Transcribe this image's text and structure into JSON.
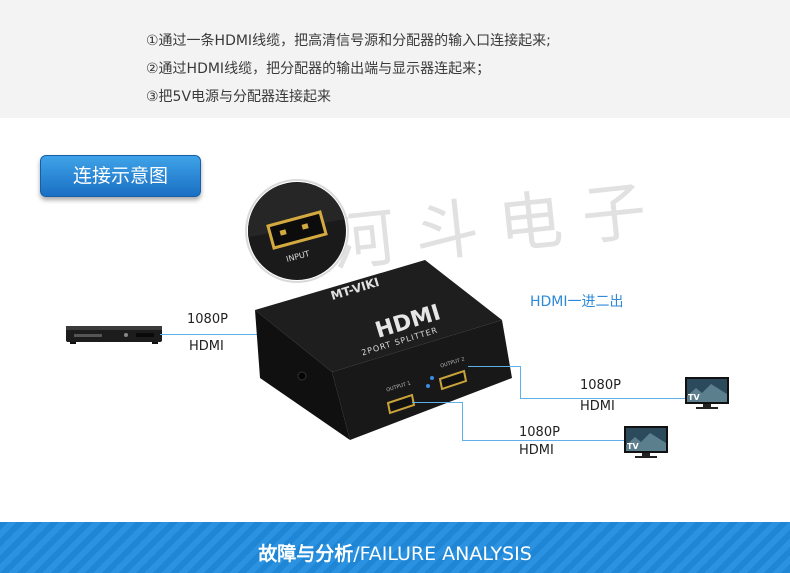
{
  "instructions": [
    "①通过一条HDMI线缆，把高清信号源和分配器的输入口连接起来;",
    "②通过HDMI线缆，把分配器的输出端与显示器连起来；",
    "③把5V电源与分配器连接起来"
  ],
  "badge_label": "连接示意图",
  "watermark": "河斗电子",
  "device": {
    "brand": "MT-VIKI",
    "logo": "HDMI",
    "model_label": "2PORT SPLITTER",
    "input_port_label": "INPUT",
    "output1_label": "OUTPUT 1",
    "output2_label": "OUTPUT 2"
  },
  "source": {
    "resolution": "1080P",
    "cable": "HDMI"
  },
  "splitter_caption": "HDMI一进二出",
  "outputs": [
    {
      "resolution": "1080P",
      "cable": "HDMI",
      "display": "TV"
    },
    {
      "resolution": "1080P",
      "cable": "HDMI",
      "display": "TV"
    }
  ],
  "footer": {
    "title_zh": "故障与分析",
    "title_en": "/FAILURE ANALYSIS"
  },
  "colors": {
    "accent_blue": "#2e8ad8",
    "bar_blue": "#1f86d6",
    "line_blue": "#5fb0e8"
  }
}
